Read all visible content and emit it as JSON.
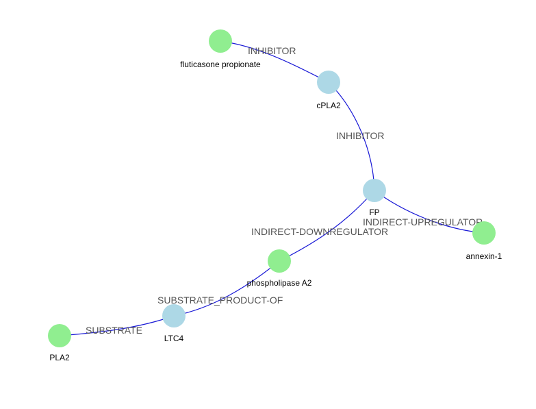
{
  "colors": {
    "drug_node": "#90ee90",
    "protein_node": "#add8e6",
    "edge": "#1a1ad6",
    "edge_label": "#555555"
  },
  "nodes": [
    {
      "id": "fluticasone",
      "label": "fluticasone propionate",
      "kind": "drug"
    },
    {
      "id": "cpla2",
      "label": "cPLA2",
      "kind": "protein"
    },
    {
      "id": "fp",
      "label": "FP",
      "kind": "protein"
    },
    {
      "id": "annexin",
      "label": "annexin-1",
      "kind": "drug"
    },
    {
      "id": "pla2a",
      "label": "phospholipase A2",
      "kind": "drug"
    },
    {
      "id": "ltc4",
      "label": "LTC4",
      "kind": "protein"
    },
    {
      "id": "pla2",
      "label": "PLA2",
      "kind": "drug"
    }
  ],
  "edges": [
    {
      "source": "fluticasone",
      "target": "cpla2",
      "label": "INHIBITOR"
    },
    {
      "source": "cpla2",
      "target": "fp",
      "label": "INHIBITOR"
    },
    {
      "source": "fp",
      "target": "annexin",
      "label": "INDIRECT-UPREGULATOR"
    },
    {
      "source": "fp",
      "target": "pla2a",
      "label": "INDIRECT-DOWNREGULATOR"
    },
    {
      "source": "pla2a",
      "target": "ltc4",
      "label": "SUBSTRATE_PRODUCT-OF"
    },
    {
      "source": "ltc4",
      "target": "pla2",
      "label": "SUBSTRATE"
    }
  ]
}
